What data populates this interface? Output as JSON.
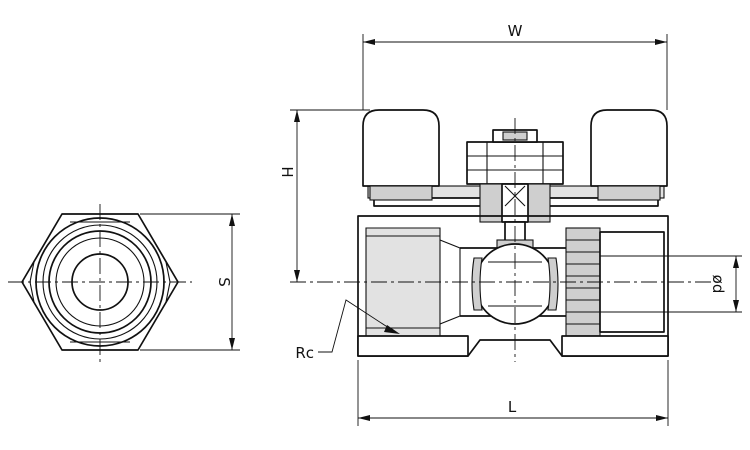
{
  "labels": {
    "W": "W",
    "H": "H",
    "S": "S",
    "L": "L",
    "Rc": "Rc",
    "phi_d": "ød"
  },
  "colors": {
    "line": "#111111",
    "shade": "#cfcfcf",
    "background": "#ffffff"
  }
}
